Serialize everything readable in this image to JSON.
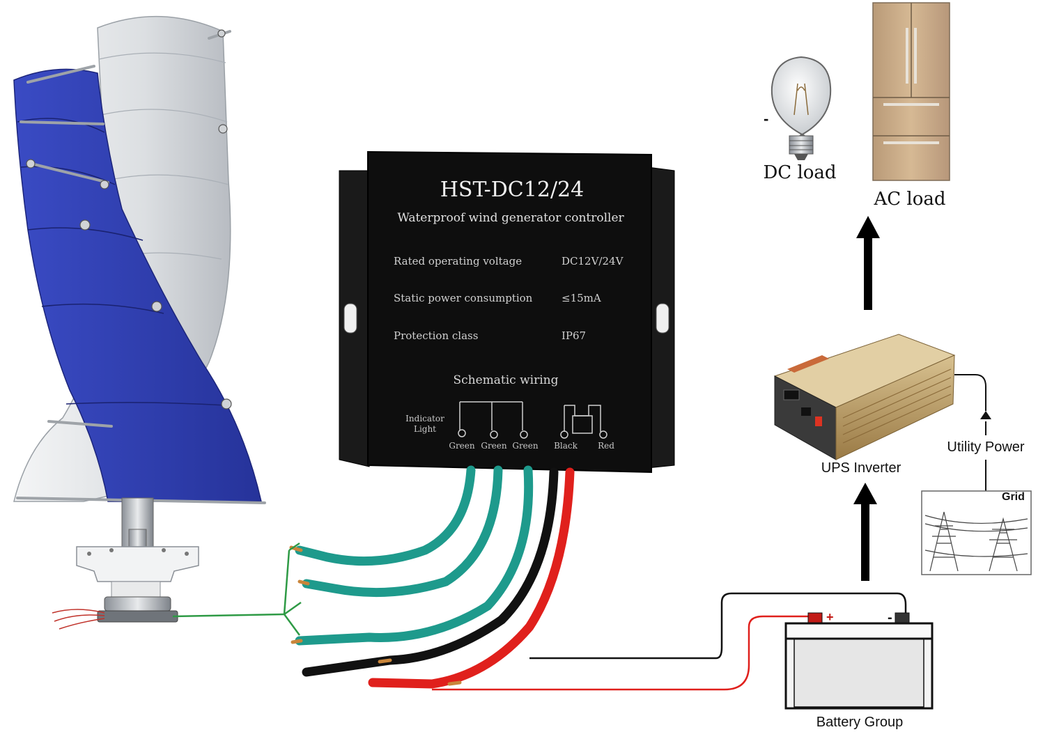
{
  "controller": {
    "model": "HST-DC12/24",
    "subtitle": "Waterproof wind generator controller",
    "specs": [
      {
        "label": "Rated operating voltage",
        "value": "DC12V/24V"
      },
      {
        "label": "Static power consumption",
        "value": "≤15mA"
      },
      {
        "label": "Protection class",
        "value": "IP67"
      }
    ],
    "wiring_title": "Schematic wiring",
    "indicator_label_1": "Indicator",
    "indicator_label_2": "Light",
    "terminals": [
      "Green",
      "Green",
      "Green",
      "Black",
      "Red"
    ]
  },
  "loads": {
    "dc_load": "DC load",
    "ac_load": "AC load",
    "dc_minus": "-"
  },
  "inverter_label": "UPS Inverter",
  "utility_label": "Utility Power",
  "grid_label": "Grid",
  "battery": {
    "label": "Battery Group",
    "plus": "+",
    "minus": "-"
  },
  "colors": {
    "turbine_blue": "#2f3fb0",
    "turbine_white": "#e6e8ea",
    "controller_body": "#111111",
    "wire_green": "#1e9a8c",
    "wire_black": "#111111",
    "wire_red": "#e0201c",
    "inverter_gold": "#b9935a",
    "fridge_gold": "#c9aa86"
  }
}
